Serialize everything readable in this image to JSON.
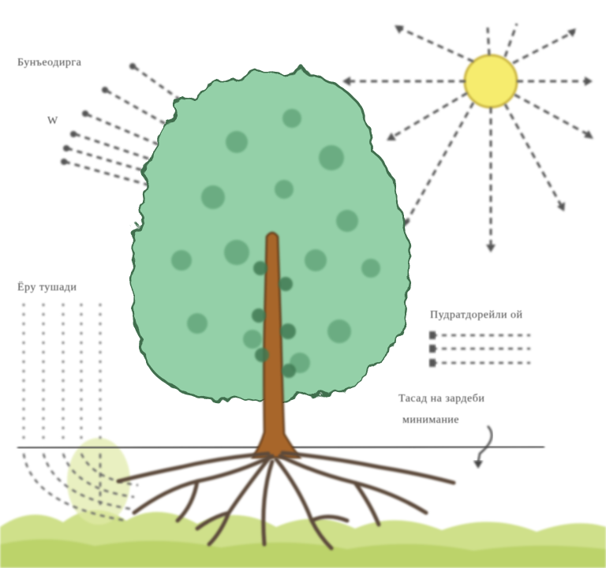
{
  "labels": {
    "air_label": "Бунъеодирга",
    "air_sub": "W",
    "rain_label": "Ёру тушади",
    "evap_label": "Пудратдорейли ой",
    "ground_label_1": "Тасад на зардеби",
    "ground_label_2": "минимание"
  },
  "colors": {
    "sun": "#f6ec6e",
    "sun_stroke": "#c9b23a",
    "foliage": "#8fcfa6",
    "foliage_dark": "#4f9a6e",
    "trunk": "#a8662a",
    "roots": "#5b4a3a",
    "arrows": "#555555",
    "ground_line": "#444444",
    "grass": "#c8dc7c"
  },
  "icons": [
    "sun-icon",
    "tree-icon",
    "roots-icon",
    "arrow-icon"
  ]
}
